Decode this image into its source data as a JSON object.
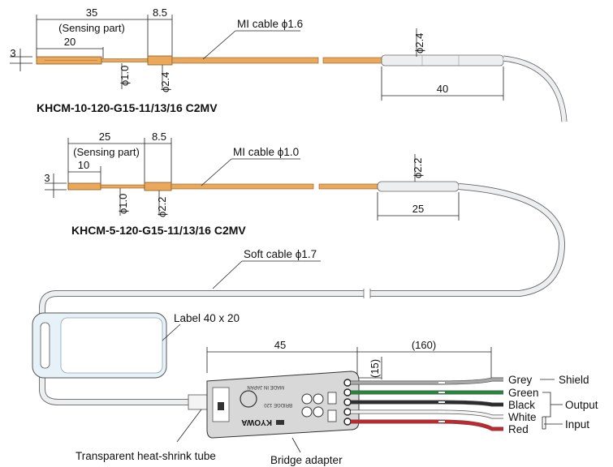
{
  "top_sensor": {
    "dim_total": "35",
    "dim_step": "8.5",
    "sensing_label": "(Sensing part)",
    "dim_sensing": "20",
    "dim_height": "3",
    "cable_label": "MI cable ϕ1.6",
    "dia_tip": "ϕ1.0",
    "dia_sleeve": "ϕ2.4",
    "dia_joint": "ϕ2.4",
    "dim_joint": "40",
    "model": "KHCM-10-120-G15-11/13/16 C2MV"
  },
  "bottom_sensor": {
    "dim_total": "25",
    "dim_step": "8.5",
    "sensing_label": "(Sensing part)",
    "dim_sensing": "10",
    "dim_height": "3",
    "cable_label": "MI cable ϕ1.0",
    "dia_tip": "ϕ1.0",
    "dia_sleeve": "ϕ2.2",
    "dia_joint": "ϕ2.2",
    "dim_joint": "25",
    "model": "KHCM-5-120-G15-11/13/16 C2MV"
  },
  "soft_cable_label": "Soft cable ϕ1.7",
  "label_note": "Label 40 x 20",
  "adapter": {
    "dim_length": "45",
    "dim_leads": "(160)",
    "dim_strip": "(15)",
    "board_text_1": "MADE IN JAPAN",
    "board_text_2": "BRIDGE 120",
    "board_text_3": "KYOWA",
    "tube_label": "Transparent heat-shrink tube",
    "adapter_label": "Bridge adapter"
  },
  "wires": [
    {
      "name": "Grey",
      "color": "#a8a8a8"
    },
    {
      "name": "Green",
      "color": "#1f8a3a"
    },
    {
      "name": "Black",
      "color": "#2b2b2b"
    },
    {
      "name": "White",
      "color": "#f4f4f4"
    },
    {
      "name": "Red",
      "color": "#d0202a"
    }
  ],
  "groups": {
    "shield": "Shield",
    "output": "Output",
    "input": "Input"
  },
  "colors": {
    "mi_cable": "#e9a85a",
    "mi_cable_dark": "#c77b2a",
    "soft_cable": "#eceeef",
    "label": "#e6f2f8",
    "board": "#d8d8d8"
  }
}
